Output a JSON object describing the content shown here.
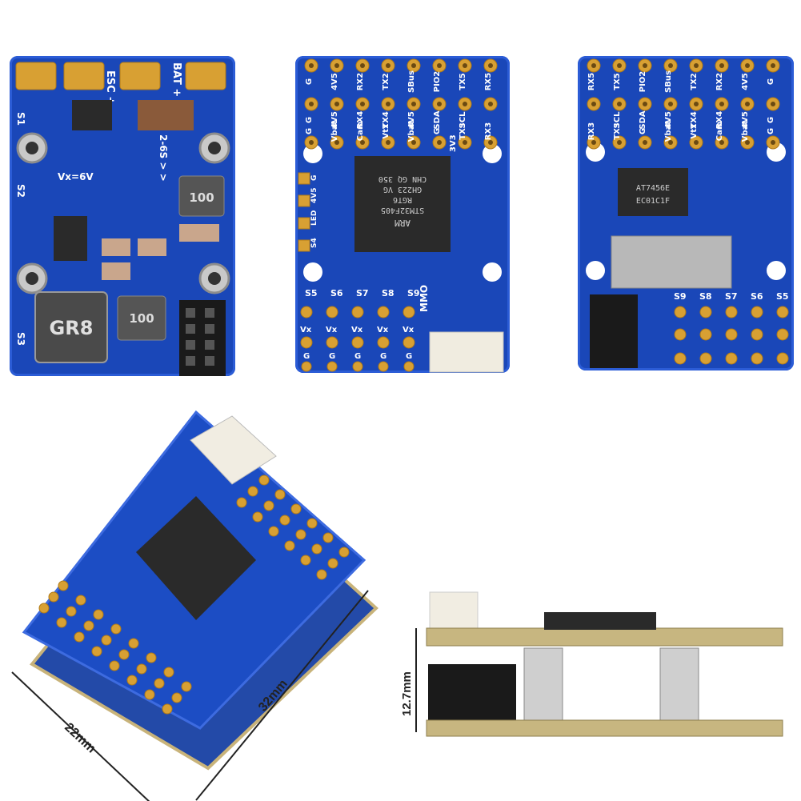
{
  "board1": {
    "labels": {
      "esc": "ESC +",
      "bat": "BAT +",
      "s1": "S1",
      "s2": "S2",
      "s3": "S3",
      "range": "2-6S > >",
      "vx": "Vx=6V",
      "inductor1": "100",
      "inductor2": "100",
      "inductor3": "GR8"
    }
  },
  "board2": {
    "top_row": [
      "G",
      "4V5",
      "RX2",
      "TX2",
      "SBus",
      "PIO2",
      "TX5",
      "RX5"
    ],
    "mid_row": [
      "G",
      "4V5",
      "RX4",
      "TX4",
      "4V5",
      "SDA",
      "SCL",
      ""
    ],
    "bot_row": [
      "G",
      "Vbat",
      "Cam",
      "Vtx",
      "Vbat",
      "G",
      "TX3",
      "RX3"
    ],
    "side": [
      "G",
      "4V5",
      "LED",
      "S4"
    ],
    "servo": [
      "S5",
      "S6",
      "S7",
      "S8",
      "S9"
    ],
    "vx_row": [
      "Vx",
      "Vx",
      "Vx",
      "Vx",
      "Vx"
    ],
    "g_row": [
      "G",
      "G",
      "G",
      "G",
      "G"
    ],
    "chip": [
      "ARM",
      "STM32F405",
      "RGT6",
      "GH223 VG",
      "CHN GQ 350"
    ],
    "label_3v3": "3V3",
    "brand": "MMO"
  },
  "board3": {
    "top_row": [
      "RX5",
      "TX5",
      "PIO2",
      "SBus",
      "TX2",
      "RX2",
      "4V5",
      "G"
    ],
    "mid_row": [
      "",
      "SCL",
      "SDA",
      "4V5",
      "TX4",
      "RX4",
      "4V5",
      "G"
    ],
    "bot_row": [
      "RX3",
      "TX3",
      "G",
      "Vbat",
      "Vtx",
      "Cam",
      "Vbat",
      "G"
    ],
    "chip": [
      "AT7456E",
      "EC01C1F"
    ],
    "servo": [
      "S9",
      "S8",
      "S7",
      "S6",
      "S5"
    ]
  },
  "dimensions": {
    "width": "22mm",
    "length": "32mm",
    "height": "12.7mm"
  },
  "colors": {
    "pcb": "#1a47b8",
    "pad": "#d8a033",
    "silk": "#ffffff"
  }
}
